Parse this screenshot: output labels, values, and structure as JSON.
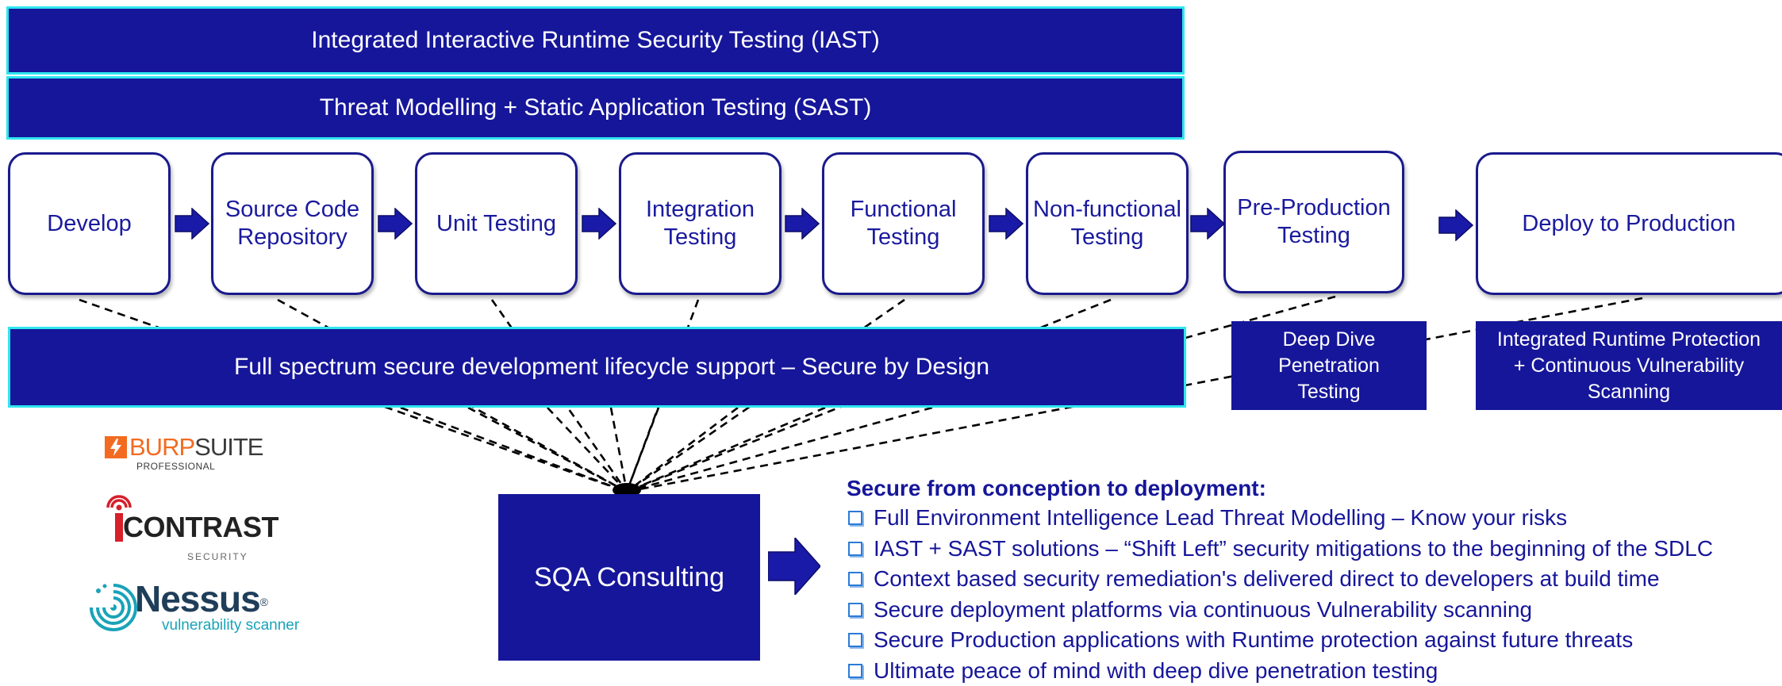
{
  "header_bars": {
    "iast": "Integrated Interactive Runtime Security Testing  (IAST)",
    "sast": "Threat Modelling + Static Application Testing (SAST)"
  },
  "pipeline": {
    "stages": [
      {
        "label": "Develop"
      },
      {
        "label": "Source Code\nRepository"
      },
      {
        "label": "Unit Testing"
      },
      {
        "label": "Integration\nTesting"
      },
      {
        "label": "Functional\nTesting"
      },
      {
        "label": "Non-functional\nTesting"
      },
      {
        "label": "Pre-Production\nTesting"
      },
      {
        "label": "Deploy to Production"
      }
    ]
  },
  "lifecycle_bar": "Full spectrum secure development lifecycle support – Secure by Design",
  "side_boxes": {
    "pentest": "Deep Dive\nPenetration\nTesting",
    "runtime": "Integrated Runtime Protection\n+ Continuous Vulnerability\nScanning"
  },
  "consulting_box": "SQA Consulting",
  "logos": {
    "burpsuite": {
      "name_part1": "BURP",
      "name_part2": "SUITE",
      "tag": "PROFESSIONAL"
    },
    "contrast": {
      "name": "CONTRAST",
      "tag": "SECURITY"
    },
    "nessus": {
      "name": "Nessus",
      "tag": "vulnerability scanner",
      "mark": "®"
    }
  },
  "summary": {
    "title": "Secure from conception to deployment:",
    "items": [
      "Full Environment Intelligence Lead Threat Modelling – Know your risks",
      "IAST + SAST solutions – “Shift Left” security mitigations to the beginning of the SDLC",
      "Context based security remediation's delivered direct to developers at build time",
      "Secure deployment platforms via continuous Vulnerability scanning",
      "Secure Production applications with Runtime protection against future threats",
      "Ultimate peace of mind with deep dive penetration testing"
    ]
  },
  "colors": {
    "primary_blue": "#16169a",
    "bar_border": "#2ee6ee",
    "checkbox": "#2b7bd6",
    "burp_orange": "#f36b21",
    "contrast_red": "#d6202a",
    "nessus_teal": "#1aa3b8",
    "nessus_navy": "#1f3e5a"
  }
}
